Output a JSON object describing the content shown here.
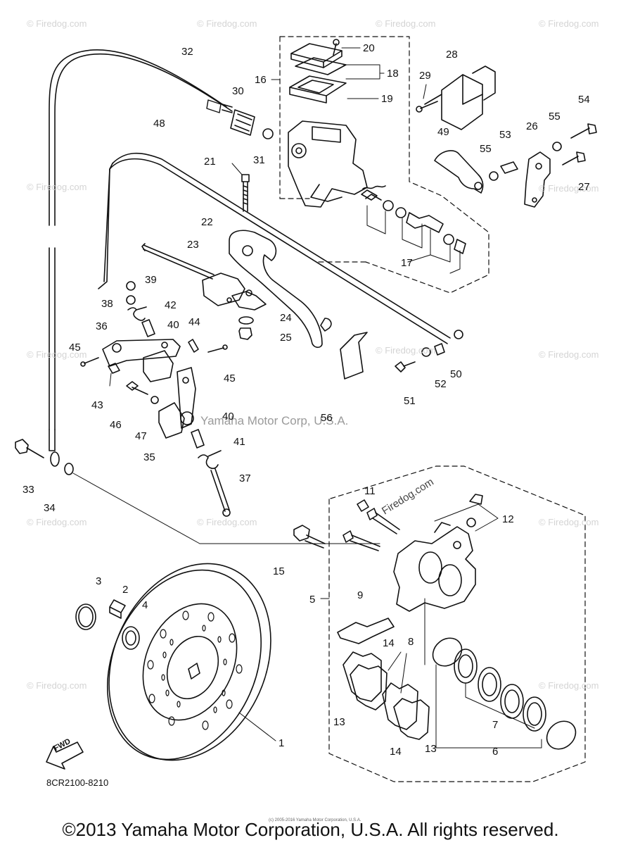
{
  "watermark": "© Firedog.com",
  "watermark_center": "Yamaha Motor Corp, U.S.A.",
  "watermark_diag": "Firedog.com",
  "part_code": "8CR2100-8210",
  "fwd_label": "FWD",
  "tiny_note": "(c) 2005-2016 Yamaha Motor Corporation, U.S.A.",
  "copyright": "©2013 Yamaha Motor Corporation, U.S.A. All rights reserved.",
  "callouts": [
    {
      "id": "1",
      "label": "1"
    },
    {
      "id": "2",
      "label": "2"
    },
    {
      "id": "3",
      "label": "3"
    },
    {
      "id": "4",
      "label": "4"
    },
    {
      "id": "5",
      "label": "5"
    },
    {
      "id": "6",
      "label": "6"
    },
    {
      "id": "7",
      "label": "7"
    },
    {
      "id": "8",
      "label": "8"
    },
    {
      "id": "9",
      "label": "9"
    },
    {
      "id": "11",
      "label": "11"
    },
    {
      "id": "12",
      "label": "12"
    },
    {
      "id": "13a",
      "label": "13"
    },
    {
      "id": "13b",
      "label": "13"
    },
    {
      "id": "14a",
      "label": "14"
    },
    {
      "id": "14b",
      "label": "14"
    },
    {
      "id": "15",
      "label": "15"
    },
    {
      "id": "16",
      "label": "16"
    },
    {
      "id": "17",
      "label": "17"
    },
    {
      "id": "18",
      "label": "18"
    },
    {
      "id": "19",
      "label": "19"
    },
    {
      "id": "20",
      "label": "20"
    },
    {
      "id": "21",
      "label": "21"
    },
    {
      "id": "22",
      "label": "22"
    },
    {
      "id": "23",
      "label": "23"
    },
    {
      "id": "24",
      "label": "24"
    },
    {
      "id": "25",
      "label": "25"
    },
    {
      "id": "26",
      "label": "26"
    },
    {
      "id": "27",
      "label": "27"
    },
    {
      "id": "28",
      "label": "28"
    },
    {
      "id": "29",
      "label": "29"
    },
    {
      "id": "30",
      "label": "30"
    },
    {
      "id": "31",
      "label": "31"
    },
    {
      "id": "32",
      "label": "32"
    },
    {
      "id": "33",
      "label": "33"
    },
    {
      "id": "34",
      "label": "34"
    },
    {
      "id": "35",
      "label": "35"
    },
    {
      "id": "36",
      "label": "36"
    },
    {
      "id": "37",
      "label": "37"
    },
    {
      "id": "38",
      "label": "38"
    },
    {
      "id": "39",
      "label": "39"
    },
    {
      "id": "40a",
      "label": "40"
    },
    {
      "id": "40b",
      "label": "40"
    },
    {
      "id": "41",
      "label": "41"
    },
    {
      "id": "42",
      "label": "42"
    },
    {
      "id": "43",
      "label": "43"
    },
    {
      "id": "44",
      "label": "44"
    },
    {
      "id": "45a",
      "label": "45"
    },
    {
      "id": "45b",
      "label": "45"
    },
    {
      "id": "46",
      "label": "46"
    },
    {
      "id": "47",
      "label": "47"
    },
    {
      "id": "48",
      "label": "48"
    },
    {
      "id": "49",
      "label": "49"
    },
    {
      "id": "50",
      "label": "50"
    },
    {
      "id": "51",
      "label": "51"
    },
    {
      "id": "52",
      "label": "52"
    },
    {
      "id": "53",
      "label": "53"
    },
    {
      "id": "54",
      "label": "54"
    },
    {
      "id": "55a",
      "label": "55"
    },
    {
      "id": "55b",
      "label": "55"
    },
    {
      "id": "56",
      "label": "56"
    }
  ]
}
